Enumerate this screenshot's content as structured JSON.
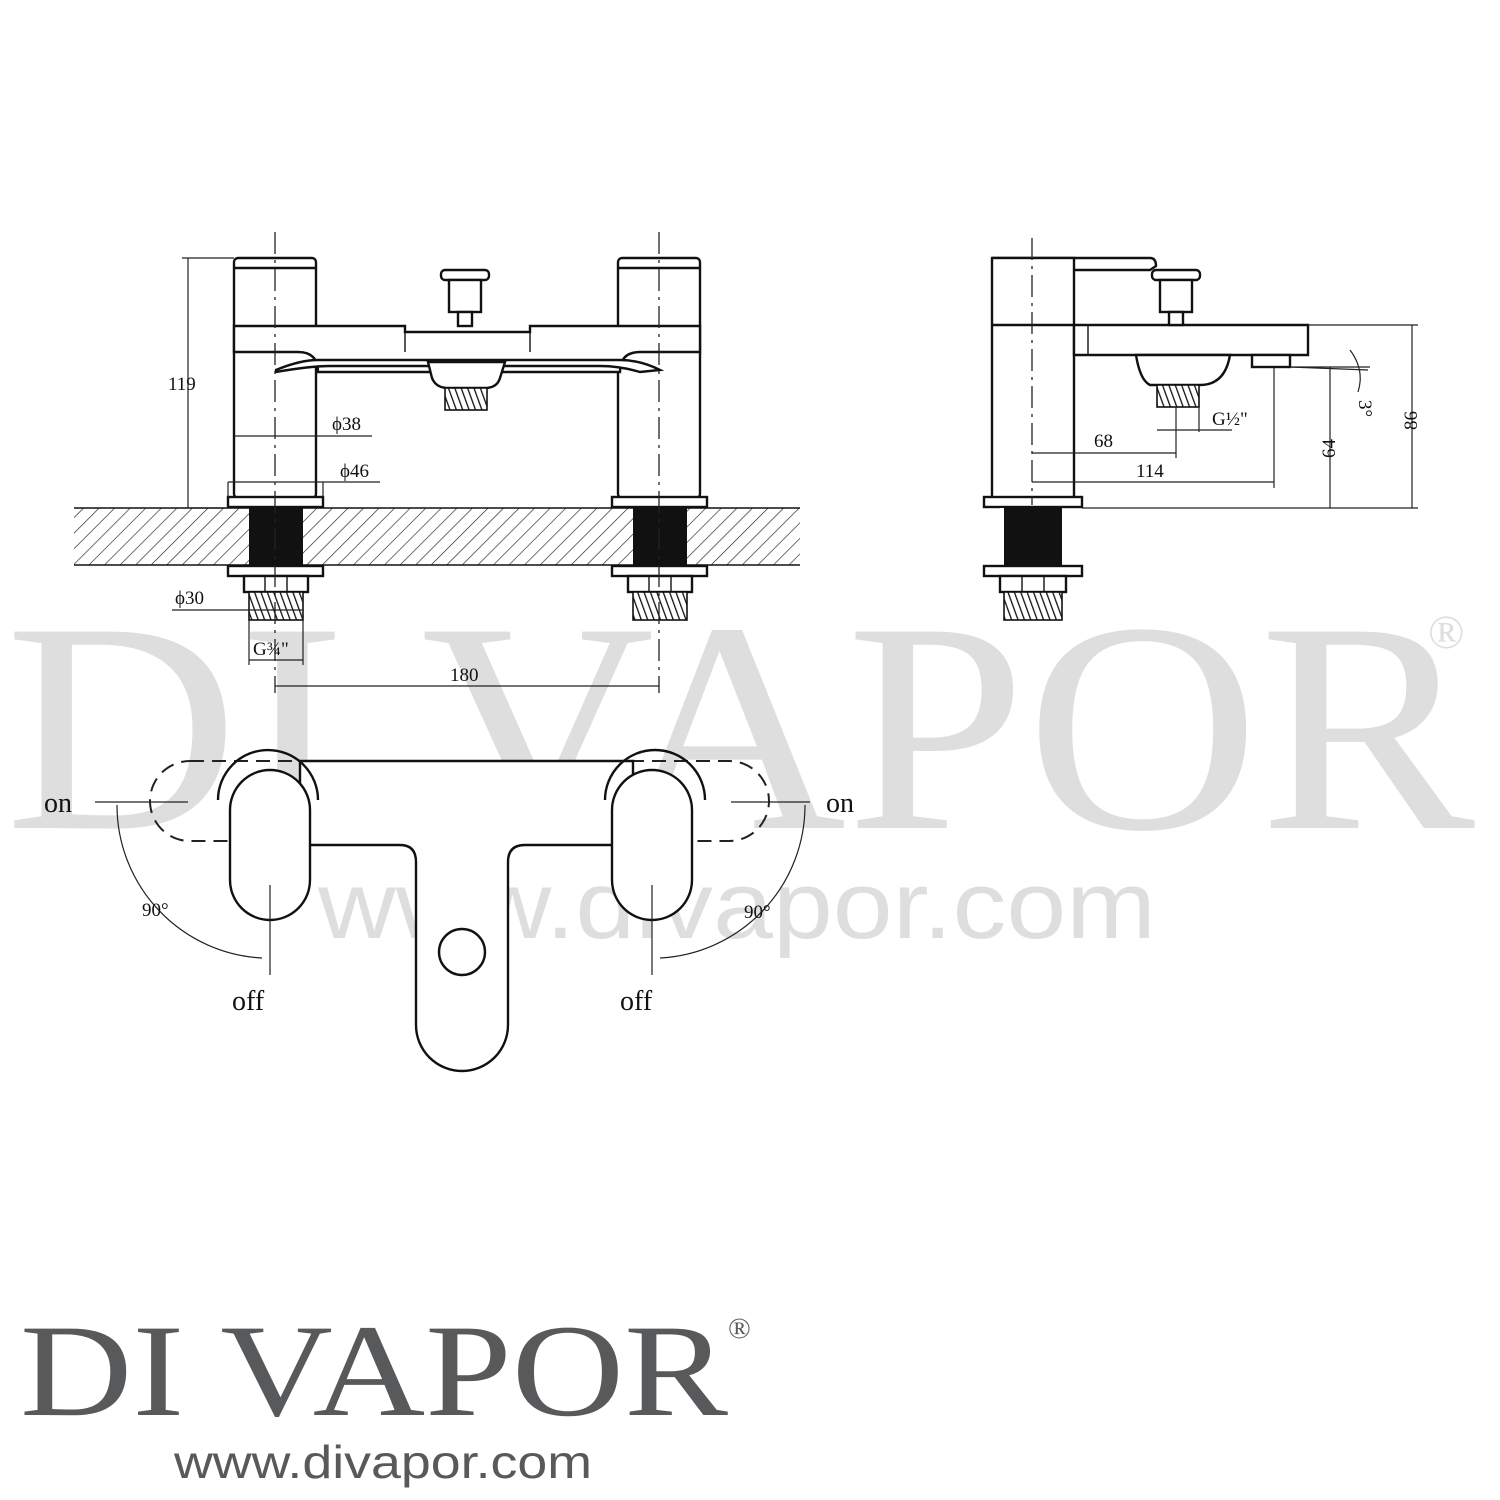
{
  "dimensions": {
    "height_119": "119",
    "dia_38": "ϕ38",
    "dia_46": "ϕ46",
    "dia_30": "ϕ30",
    "thread_g34": "G¾\"",
    "spacing_180": "180",
    "side_68": "68",
    "side_114": "114",
    "side_64": "64",
    "side_86": "86",
    "thread_g12": "G½\"",
    "angle_3": "3°"
  },
  "plan_view": {
    "on_left": "on",
    "on_right": "on",
    "off_left": "off",
    "off_right": "off",
    "angle_left": "90°",
    "angle_right": "90°"
  },
  "watermark": {
    "brand": "DI VAPOR",
    "registered": "®",
    "url": "www.divapor.com"
  },
  "logo": {
    "brand": "DI VAPOR",
    "registered": "®",
    "url": "www.divapor.com",
    "color": "#58595b"
  }
}
